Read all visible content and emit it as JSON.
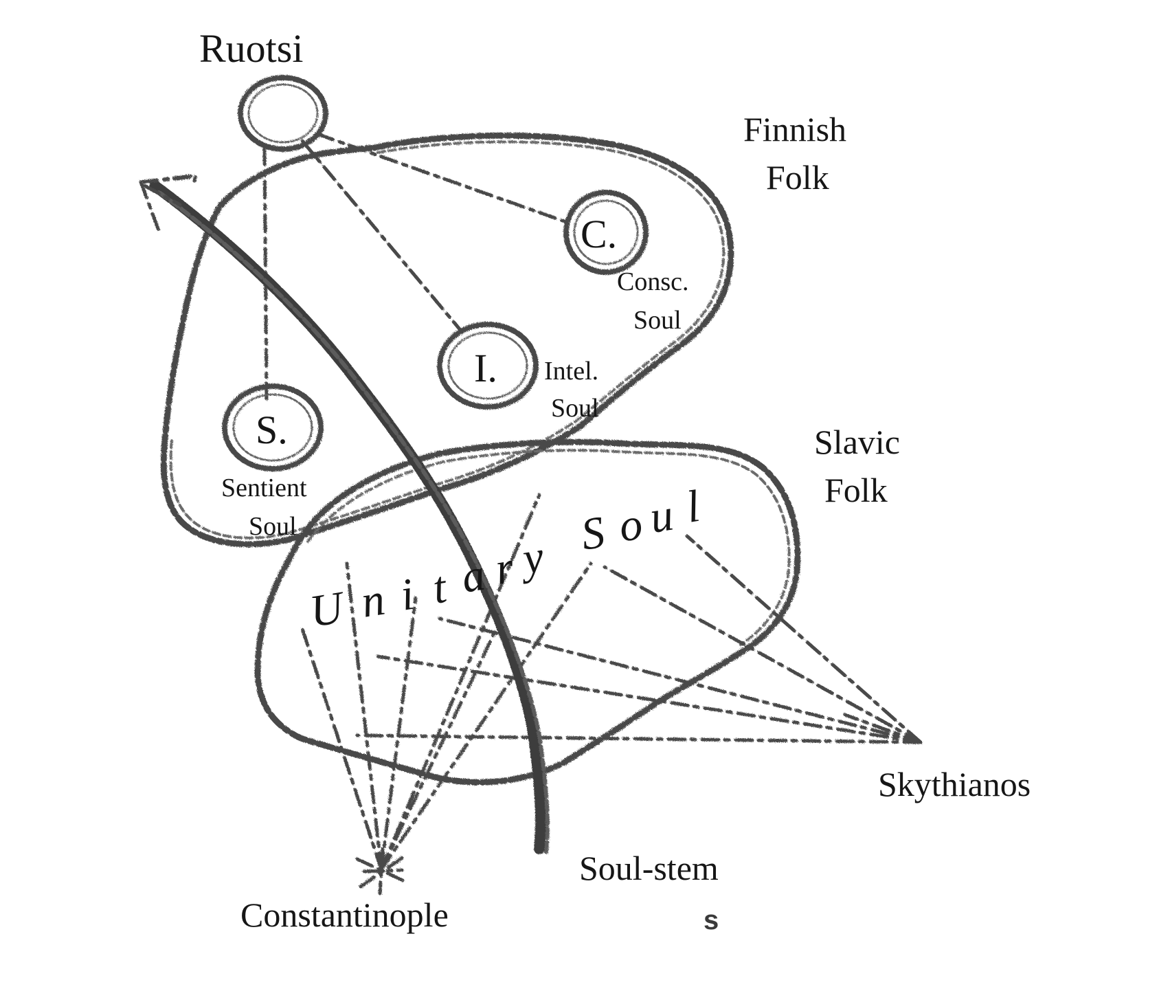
{
  "labels": {
    "ruotsi": "Ruotsi",
    "finnish_1": "Finnish",
    "finnish_2": "Folk",
    "slavic_1": "Slavic",
    "slavic_2": "Folk",
    "skythianos": "Skythianos",
    "soul_stem": "Soul-stem",
    "constantinople": "Constantinople",
    "c_letter": "C.",
    "i_letter": "I.",
    "s_letter": "S.",
    "consc_1": "Consc.",
    "consc_2": "Soul",
    "intel_1": "Intel.",
    "intel_2": "Soul",
    "sentient_1": "Sentient",
    "sentient_2": "Soul",
    "unitary_letters": [
      "U",
      "n",
      "i",
      "t",
      "a",
      "r",
      "y",
      "S",
      "o",
      "u",
      "l"
    ],
    "marker_s": "s"
  },
  "colors": {
    "crayon": "#4a4a4a",
    "text": "#161616"
  }
}
